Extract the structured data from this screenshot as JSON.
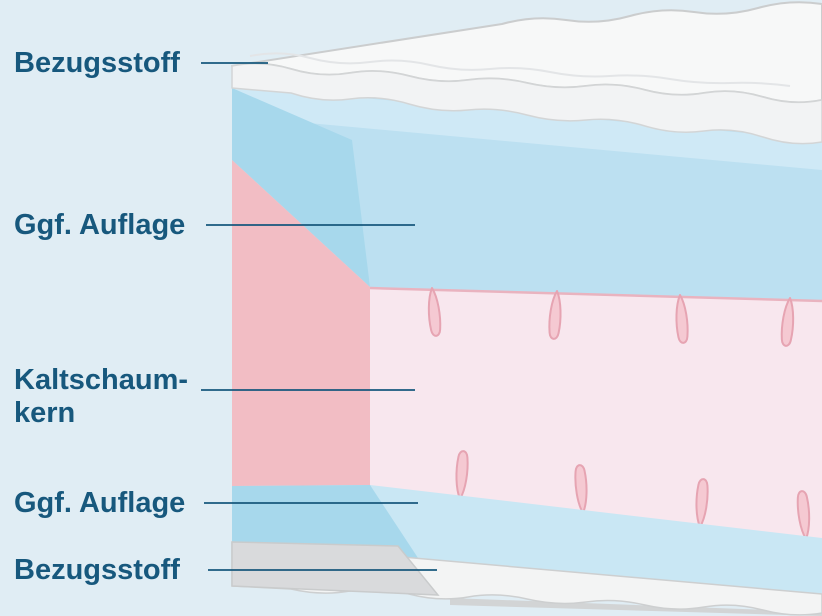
{
  "labels": {
    "bezugsstoff_top": "Bezugsstoff",
    "auflage_top": "Ggf. Auflage",
    "kaltschaum_line1": "Kaltschaum-",
    "kaltschaum_line2": "kern",
    "auflage_bottom": "Ggf. Auflage",
    "bezugsstoff_bottom": "Bezugsstoff"
  },
  "colors": {
    "background": "#e0edf4",
    "accent_text": "#17587d",
    "cover_top": "#f7f8f8",
    "cover_front": "#f2f3f4",
    "cover_bottom": "#f3f4f4",
    "cover_bottom_shadow": "#d9dadc",
    "cover_underside": "#d2d4d5",
    "topper_front": "#bce0f1",
    "topper_light": "#cfe9f6",
    "topper_dark": "#a7d8ec",
    "topper_bottom_light": "#c9e7f4",
    "core_front": "#f8e7ee",
    "core_side": "#f2bdc4",
    "slit_fill": "#f5c9d2",
    "slit_stroke": "#e6a4b2"
  },
  "diagram": {
    "layers_top_to_bottom": [
      "Bezugsstoff",
      "Ggf. Auflage",
      "Kaltschaumkern",
      "Ggf. Auflage",
      "Bezugsstoff"
    ]
  }
}
